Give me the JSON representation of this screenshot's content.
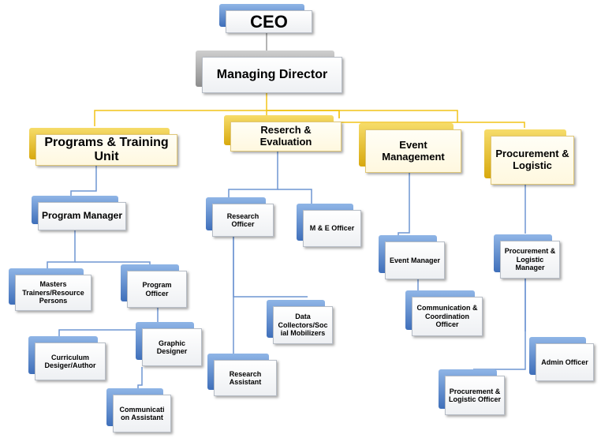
{
  "chart": {
    "ceo": "CEO",
    "managing_director": "Managing Director",
    "programs_training": "Programs & Training Unit",
    "research_evaluation": "Reserch & Evaluation",
    "event_management": "Event Management",
    "procurement_logistic": "Procurement & Logistic",
    "program_manager": "Program Manager",
    "masters_trainers": "Masters Trainers/Resource Persons",
    "program_officer": "Program Officer",
    "graphic_designer": "Graphic Designer",
    "curriculum_designer": "Curriculum Desiger/Author",
    "communication_assistant": "Communicati on Assistant",
    "research_officer": "Research Officer",
    "me_officer": "M & E Officer",
    "data_collectors": "Data Collectors/Soc ial Mobilizers",
    "research_assistant": "Research Assistant",
    "event_manager": "Event Manager",
    "communication_coordination": "Communication & Coordination Officer",
    "procurement_logistic_manager": "Procurement & Logistic Manager",
    "admin_officer": "Admin Officer",
    "procurement_logistic_officer": "Procurement & Logistic Officer"
  },
  "colors": {
    "blue_connector": "#6f95d2",
    "gold_connector": "#f2c418",
    "gray_connector": "#9a9a9a"
  }
}
